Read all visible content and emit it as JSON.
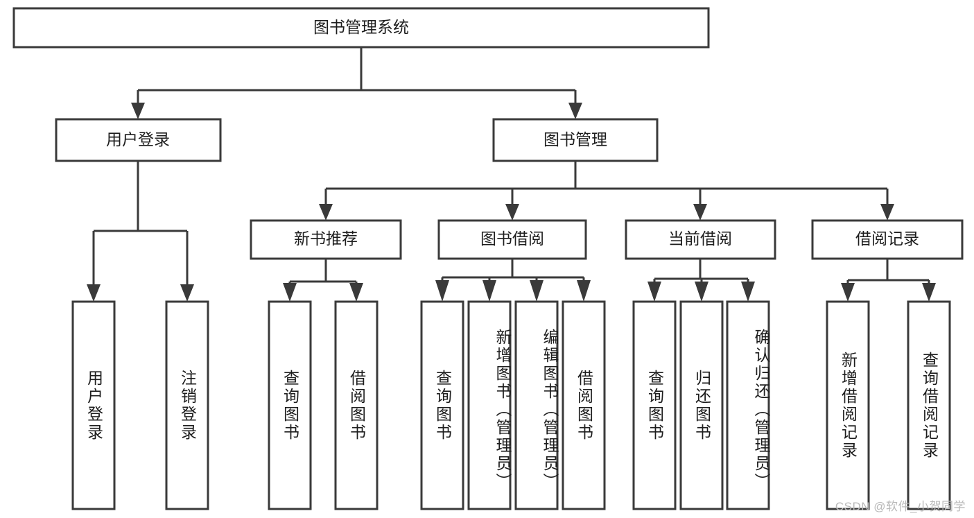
{
  "diagram": {
    "title": "图书管理系统",
    "type": "tree-hierarchy-chart",
    "root": {
      "label": "图书管理系统"
    },
    "level2": [
      {
        "label": "用户登录"
      },
      {
        "label": "图书管理"
      }
    ],
    "level3": [
      {
        "label": "新书推荐"
      },
      {
        "label": "图书借阅"
      },
      {
        "label": "当前借阅"
      },
      {
        "label": "借阅记录"
      }
    ],
    "leaves": {
      "user_login": [
        {
          "label": "用户登录"
        },
        {
          "label": "注销登录"
        }
      ],
      "new_book_recommend": [
        {
          "label": "查询图书"
        },
        {
          "label": "借阅图书"
        }
      ],
      "book_borrow": [
        {
          "label": "查询图书"
        },
        {
          "label": "新增图书（管理员）"
        },
        {
          "label": "编辑图书（管理员）"
        },
        {
          "label": "借阅图书"
        }
      ],
      "current_borrow": [
        {
          "label": "查询图书"
        },
        {
          "label": "归还图书"
        },
        {
          "label": "确认归还（管理员）"
        }
      ],
      "borrow_record": [
        {
          "label": "新增借阅记录"
        },
        {
          "label": "查询借阅记录"
        }
      ]
    }
  },
  "watermark": {
    "text": "CSDN @软件_小贺同学"
  },
  "colors": {
    "box_stroke": "#3a3a3a",
    "box_fill": "#ffffff",
    "text": "#1d1d1d",
    "background": "#ffffff",
    "watermark": "#b9b9b9"
  }
}
